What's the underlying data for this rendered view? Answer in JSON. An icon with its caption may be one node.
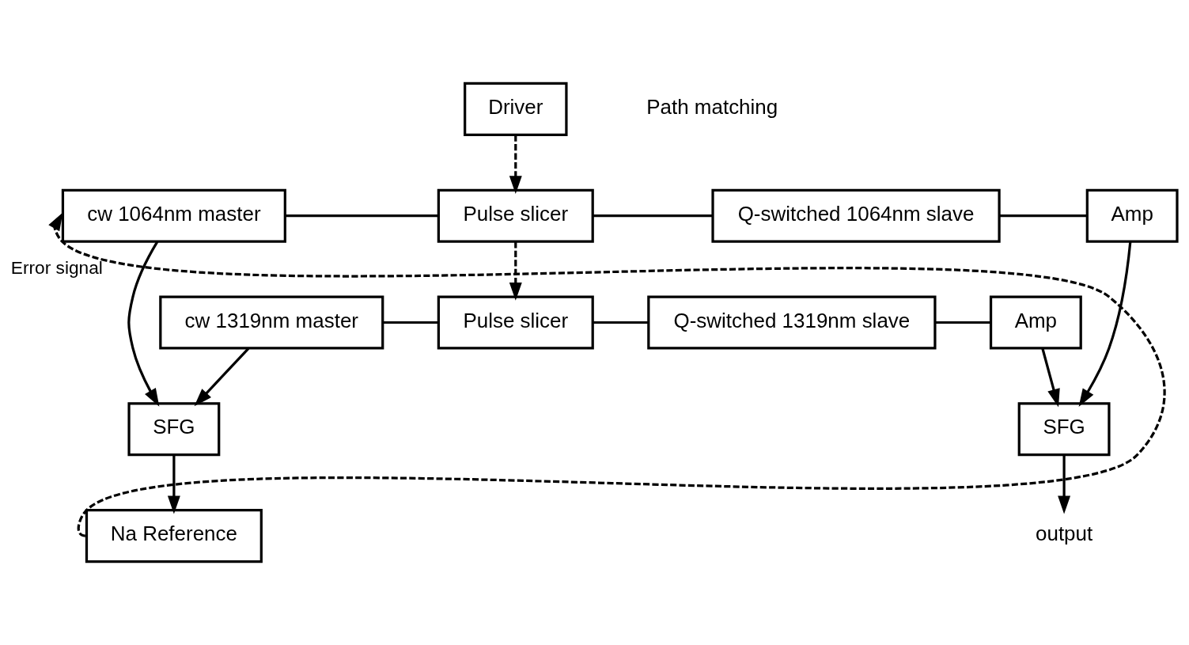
{
  "diagram": {
    "nodes": [
      {
        "text": [
          "Driver"
        ]
      },
      {
        "text": [
          "cw 1064nm master"
        ]
      },
      {
        "text": [
          "Pulse slicer"
        ]
      },
      {
        "text": [
          "Q-switched 1064nm slave"
        ]
      },
      {
        "text": [
          "Amp"
        ]
      },
      {
        "text": [
          "cw 1319nm master"
        ]
      },
      {
        "text": [
          "Pulse slicer"
        ]
      },
      {
        "text": [
          "Q-switched 1319nm slave"
        ]
      },
      {
        "text": [
          "Amp"
        ]
      },
      {
        "text": [
          "SFG"
        ]
      },
      {
        "text": [
          "Na Reference"
        ]
      },
      {
        "text": [
          "SFG"
        ]
      },
      {
        "text": [
          "output"
        ]
      }
    ],
    "edges": [
      {
        "from": 0,
        "to": 2,
        "arrow": "to",
        "style": "dashed"
      },
      {
        "from": 1,
        "to": 2,
        "arrow": "none"
      },
      {
        "from": 1,
        "to": 9,
        "arrow": "to"
      },
      {
        "from": 2,
        "to": 3,
        "arrow": "none"
      },
      {
        "from": 3,
        "to": 4,
        "arrow": "none"
      },
      {
        "from": 4,
        "to": 11,
        "arrow": "to"
      },
      {
        "from": 2,
        "to": 6,
        "arrow": "to",
        "style": "dashed"
      },
      {
        "from": 5,
        "to": 6,
        "arrow": "none"
      },
      {
        "from": 5,
        "to": 9,
        "arrow": "to"
      },
      {
        "from": 6,
        "to": 7,
        "arrow": "none"
      },
      {
        "from": 7,
        "to": 8,
        "arrow": "none"
      },
      {
        "from": 8,
        "to": 11,
        "arrow": "to"
      },
      {
        "from": 9,
        "to": 10,
        "arrow": "to"
      },
      {
        "from": 10,
        "to": 1,
        "arrow": "to",
        "style": "dashed",
        "label": "Error signal"
      },
      {
        "from": 11,
        "to": 12,
        "arrow": "to"
      }
    ],
    "labels": [
      "Path matching"
    ]
  }
}
